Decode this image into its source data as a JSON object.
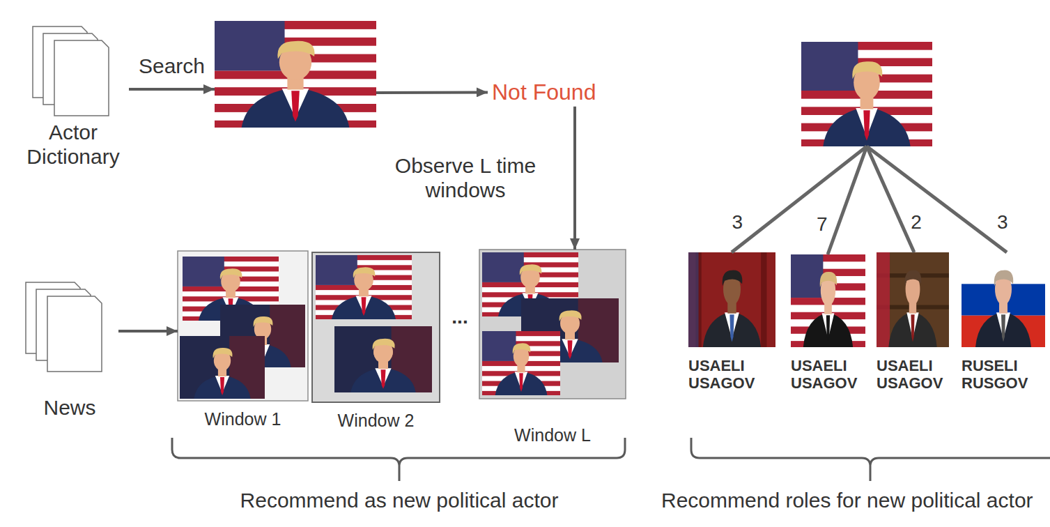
{
  "diagram": {
    "nodes": [
      {
        "text": [
          "Actor Dictionary"
        ]
      },
      {
        "text": []
      },
      {
        "text": [
          "Not Found"
        ]
      },
      {
        "text": [
          "News"
        ]
      },
      {
        "text": [
          "Window 1"
        ]
      },
      {
        "text": [
          "Window 2"
        ]
      },
      {
        "text": [
          "Window L"
        ]
      },
      {
        "text": []
      },
      {
        "text": [
          "USAELI USAGOV"
        ]
      },
      {
        "text": [
          "USAELI USAGOV"
        ]
      },
      {
        "text": [
          "USAELI USAGOV"
        ]
      },
      {
        "text": [
          "RUSELI RUSGOV"
        ]
      }
    ],
    "edges": [
      {
        "from": 0,
        "to": 1,
        "label": "Search",
        "arrow": "to"
      },
      {
        "from": 1,
        "to": 2,
        "arrow": "to"
      },
      {
        "from": 2,
        "to": 6,
        "label": "Observe L time windows",
        "arrow": "to"
      },
      {
        "from": 3,
        "to": 4,
        "arrow": "to"
      },
      {
        "from": 7,
        "to": 8,
        "label": "3",
        "arrow": "none"
      },
      {
        "from": 7,
        "to": 9,
        "label": "7",
        "arrow": "none"
      },
      {
        "from": 7,
        "to": 10,
        "label": "2",
        "arrow": "none"
      },
      {
        "from": 7,
        "to": 11,
        "label": "3",
        "arrow": "none"
      }
    ],
    "labels": [
      "...",
      "Recommend as new political actor",
      "Recommend roles for new political actor"
    ]
  }
}
